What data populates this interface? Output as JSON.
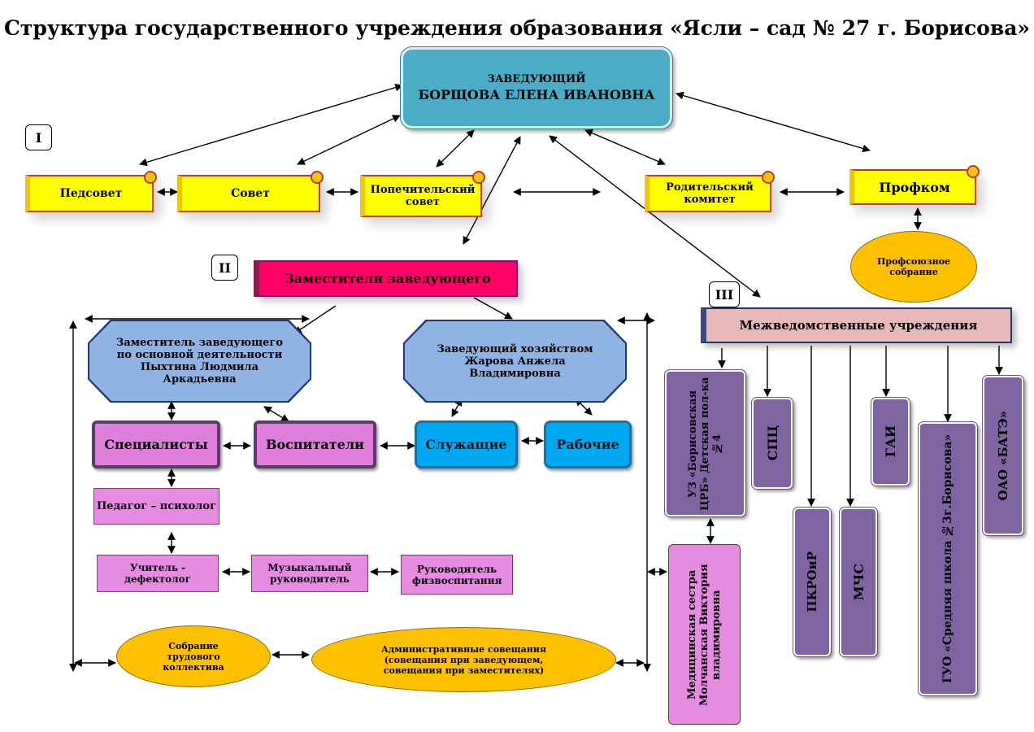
{
  "title": "Структура государственного учреждения образования «Ясли – сад № 27 г. Борисова»",
  "head": {
    "line1": "ЗАВЕДУЮЩИЙ",
    "line2": "БОРЩОВА ЕЛЕНА ИВАНОВНА"
  },
  "roman": {
    "one": "I",
    "two": "II",
    "three": "III"
  },
  "level1": {
    "pedsovet": "Педсовет",
    "sovet": "Совет",
    "popechit": "Попечительский совет",
    "roditel": "Родительский комитет",
    "profkom": "Профком",
    "profsobranie": "Профсоюзное собрание"
  },
  "deputies": {
    "banner": "Заместители заведующего",
    "main_deputy": "Заместитель заведующего по основной деятельности Пыхтина Людмила Аркадьевна",
    "household": "Заведующий хозяйством Жарова Анжела Владимировна"
  },
  "staff": {
    "specialists": "Специалисты",
    "educators": "Воспитатели",
    "employees": "Служащие",
    "workers": "Рабочие",
    "psychologist": "Педагог – психолог",
    "defectologist": "Учитель - дефектолог",
    "music": "Музыкальный руководитель",
    "sport": "Руководитель физвоспитания"
  },
  "meetings": {
    "labor": "Собрание трудового коллектива",
    "admin": "Административные совещания (совещания при заведующем, совещания при заместителях)"
  },
  "interdept": {
    "banner": "Межведомственные учреждения",
    "hospital": "УЗ «Борисовская ЦРБ» Детская пол-ка №4",
    "nurse": "Медицинская сестра Молчанская Виктория владимировна",
    "spc": "СПЦ",
    "pkroir": "ПКРОиР",
    "mchs": "МЧС",
    "gai": "ГАИ",
    "school": "ГУО «Средняя школа №3г.Борисова»",
    "bate": "ОАО «БАТЭ»"
  },
  "colors": {
    "head": "#4bacc6",
    "scroll": "#ffff00",
    "deputies_banner": "#ff0066",
    "interdept_banner": "#e6b9b8",
    "purple": "#8064a2",
    "pink": "#df7fdb",
    "blue": "#00a8f0",
    "oct": "#8fb4e3",
    "ellipse": "#ffc000"
  }
}
